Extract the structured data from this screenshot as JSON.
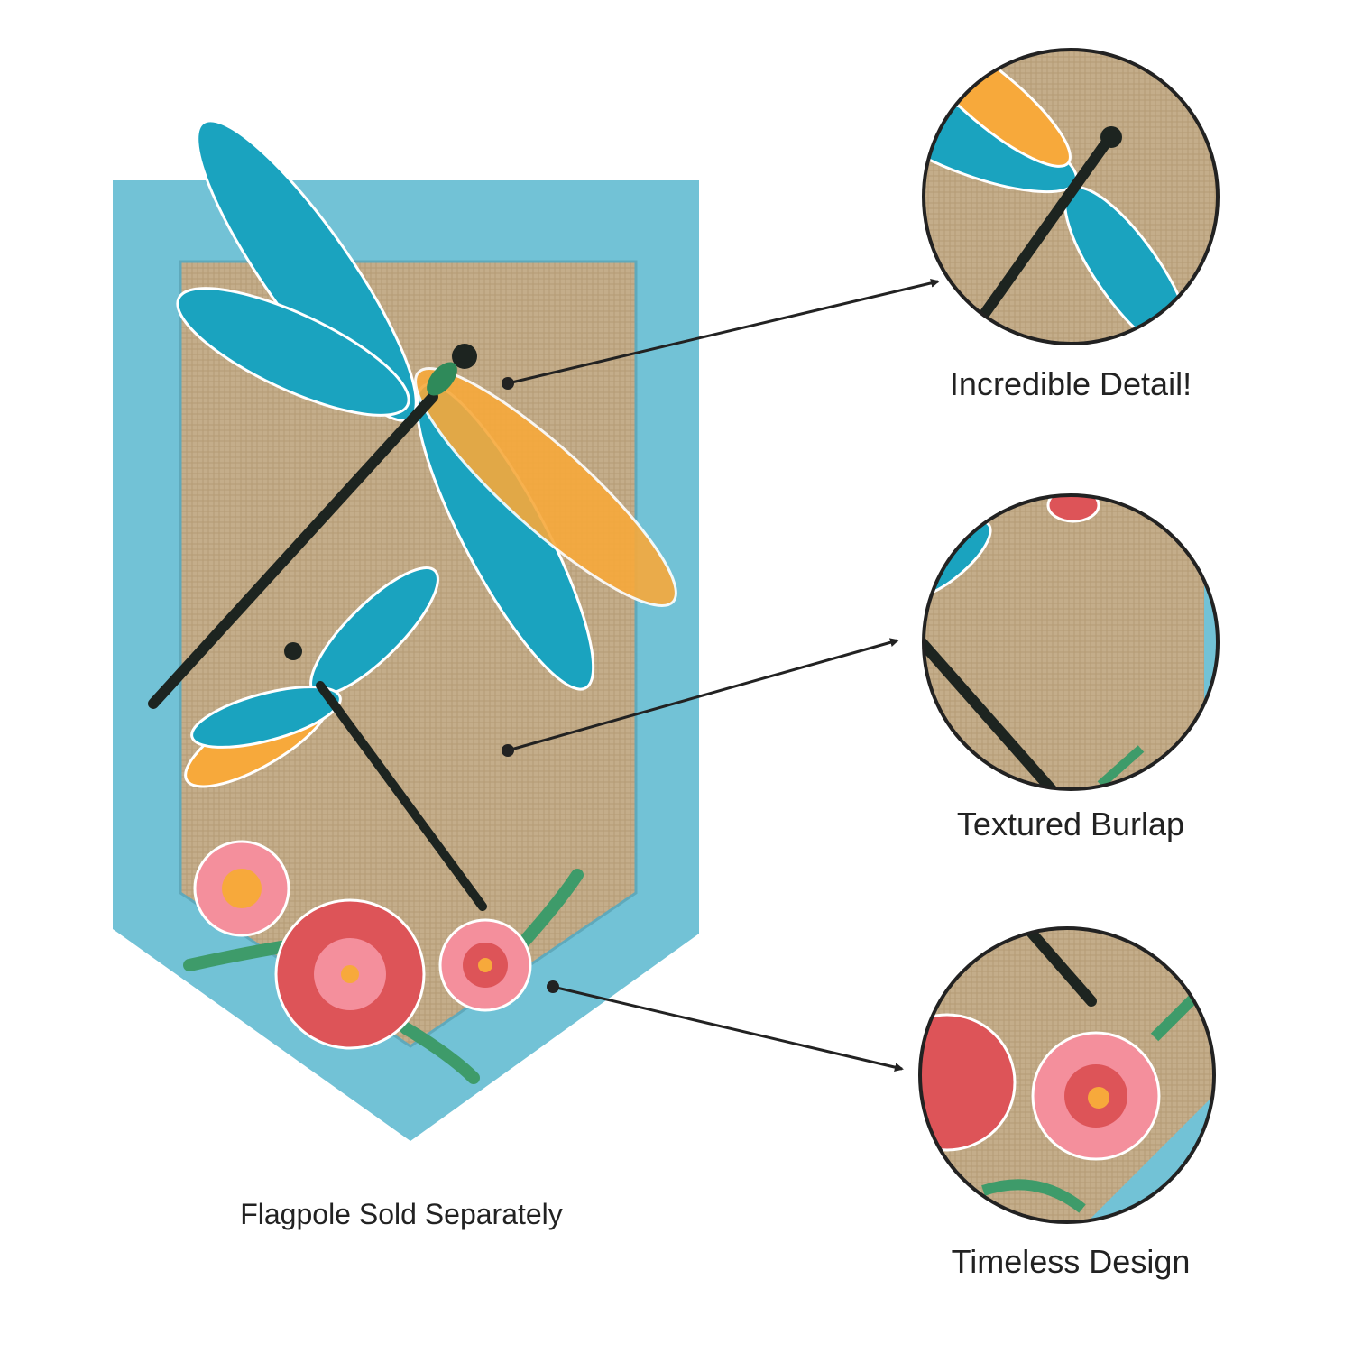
{
  "captions": {
    "detail": "Incredible Detail!",
    "burlap": "Textured Burlap",
    "design": "Timeless Design",
    "flagpole": "Flagpole Sold Separately"
  },
  "colors": {
    "border_blue": "#72c2d6",
    "burlap": "#c2ab88",
    "wing_teal": "#1aa3bf",
    "wing_dark_teal": "#0d7b8c",
    "wing_orange": "#f7a93b",
    "wing_tip_red": "#e05a5e",
    "flower_red": "#dd5458",
    "flower_pink": "#f48f9c",
    "leaf_green": "#3e9b6a",
    "body_black": "#1d2420",
    "arrow": "#222222"
  }
}
